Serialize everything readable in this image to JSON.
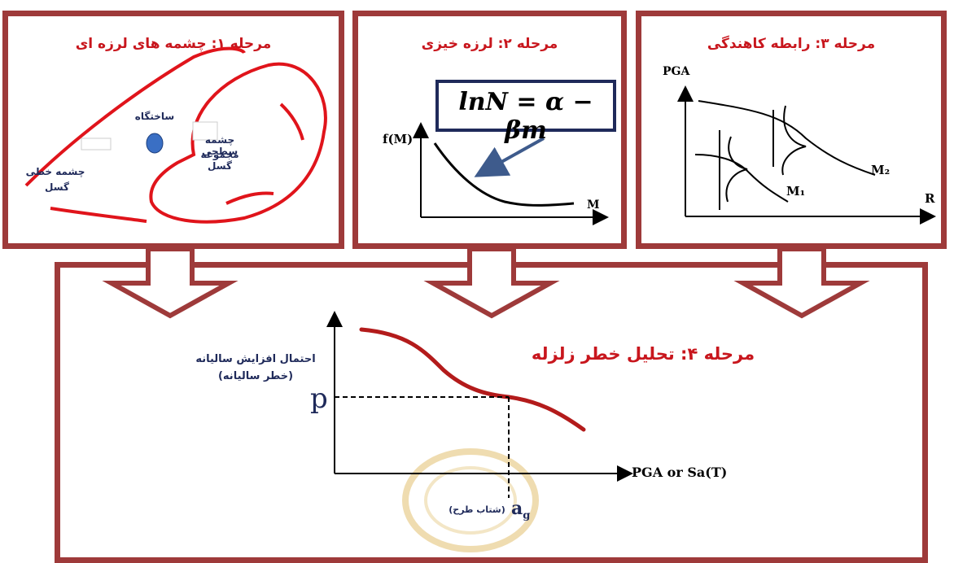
{
  "colors": {
    "frame": "#9e3a3a",
    "accent": "#c8161d",
    "navy": "#1f2a5a",
    "curve": "#b31b1b",
    "dot": "#3a6fc4"
  },
  "panel1": {
    "title": "مرحله ۱: چشمه های لرزه ای",
    "building": "ساختگاه",
    "area_source": [
      "چشمه سطحی",
      "مجموعه گسل"
    ],
    "line_source": [
      "چشمه خطی",
      "گسل"
    ]
  },
  "panel2": {
    "title": "مرحله ۲: لرزه خیزی",
    "equation": "lnN = α − βm",
    "y_label": "f(M)",
    "x_label": "M"
  },
  "panel3": {
    "title": "مرحله ۳: رابطه کاهندگی",
    "y_label": "PGA",
    "x_label": "R",
    "curve_labels": [
      "M₁",
      "M₂"
    ]
  },
  "panel4": {
    "title": "مرحله ۴: تحلیل خطر زلزله",
    "y_caption": [
      "احتمال افزایش سالیانه",
      "(خطر سالیانه)"
    ],
    "p_label": "p",
    "x_label": "PGA or Sa(T)",
    "ag_label": "a",
    "ag_sub": "g",
    "ag_note": "(شتاب طرح)"
  }
}
